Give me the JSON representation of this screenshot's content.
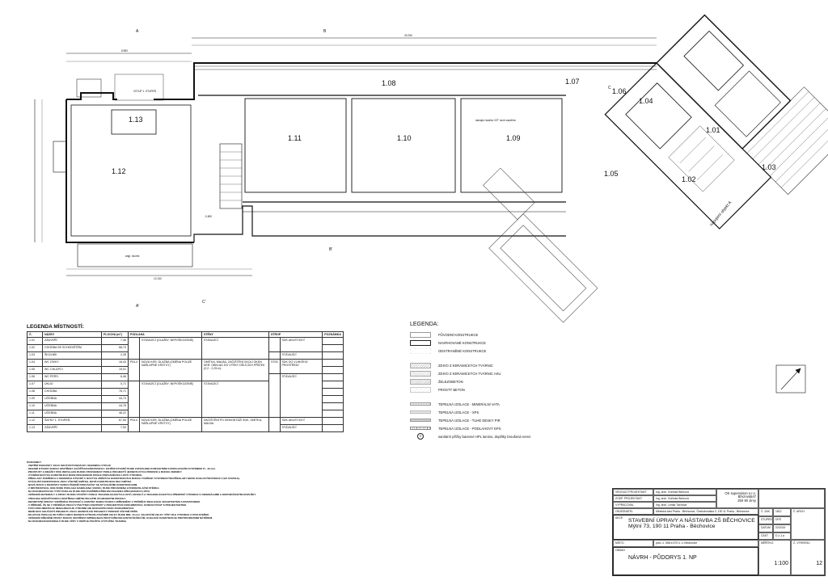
{
  "plan": {
    "rooms": [
      "1.01",
      "1.02",
      "1.03",
      "1.04",
      "1.05",
      "1.06",
      "1.07",
      "1.08",
      "1.09",
      "1.10",
      "1.11",
      "1.12",
      "1.13"
    ],
    "section_marks": [
      "A",
      "A'",
      "B",
      "B'",
      "C",
      "C'"
    ],
    "labels": {
      "entrance": "VSTUP 1. STUPEŇ",
      "connection": "napojení objekt A",
      "courtyard": "angl. dvorek",
      "dim_total": "33 250",
      "dim_left": "8 890",
      "dim_bottom": "13 150",
      "level": "-0,800",
      "skylight": "stávající šachta VZT nově zazděná"
    }
  },
  "room_legend": {
    "title": "LEGENDA MÍSTNOSTÍ:",
    "headers": [
      "Č.",
      "NÁZEV",
      "PLOCHA (m²)",
      "PODLAHA",
      "STĚNY",
      "STROP",
      "POZNÁMKA"
    ],
    "rows": [
      {
        "no": "1.01",
        "name": "ZÁDVEŘÍ",
        "area": "7,46"
      },
      {
        "no": "1.02",
        "name": "CHODBA SE SCHODIŠTĚM",
        "area": "66,73"
      },
      {
        "no": "1.03",
        "name": "ŠKOLNÍK",
        "area": "2,28"
      },
      {
        "no": "1.04",
        "name": "WC DÍVKY",
        "area": "18,43"
      },
      {
        "no": "1.05",
        "name": "WC CHLAPCI",
        "area": "19,01"
      },
      {
        "no": "1.06",
        "name": "WC PERS.",
        "area": "6,46"
      },
      {
        "no": "1.07",
        "name": "ÚKLID",
        "area": "0,71"
      },
      {
        "no": "1.08",
        "name": "CHODBA",
        "area": "76,71"
      },
      {
        "no": "1.09",
        "name": "UČEBNA",
        "area": "44,73"
      },
      {
        "no": "1.10",
        "name": "UČEBNA",
        "area": "44,76"
      },
      {
        "no": "1.11",
        "name": "UČEBNA",
        "area": "48,22"
      },
      {
        "no": "1.12",
        "name": "ŠATNY 1. STUPEŇ",
        "area": "67,55"
      },
      {
        "no": "1.13",
        "name": "ZÁDVEŘÍ",
        "area": "7,53"
      }
    ],
    "floor": {
      "existing": "STÁVAJÍCÍ (DLAŽBY, NEPOŠKOZENÉ)",
      "new_code": "PDL4",
      "new": "NOVÁ KER. DLAŽBA (ZMĚNA POUZE NÁŠLAPNÉ VRSTVY)"
    },
    "walls": {
      "existing": "STÁVAJÍCÍ",
      "wc": "OMÍTKA, MALBA, ZAČIŠTĚNÍ OKOLÍ OKEN KER. OBKLAD DO VÝŠKY DĚLÍCÍCH PŘÍČEK (2,2 - 2,25 m)",
      "cloak": "ZAČIŠTĚNÍ PO DEMONTÁŽI SDK, OMÍTKA, MALBA"
    },
    "ceiling": {
      "acoustic": "SDK AKUSTICKÝ",
      "existing": "STÁVAJÍCÍ",
      "wet_code": "ST05",
      "wet": "SDK DO VLHKÉHO PROSTŘEDÍ"
    }
  },
  "legend": {
    "title": "LEGENDA:",
    "items": [
      "PŮVODNÍ KONSTRUKCE",
      "NAVRHOVANÉ KONSTRUKCE",
      "ODSTRANĚNÉ KONSTRUKCE",
      "ZDIVO Z KERAMICKÝCH TVÁRNIC",
      "ZDIVO Z KERAMICKÝCH TVÁRNIC AKU",
      "ŽELEZOBETON",
      "PROSTÝ BETON",
      "TEPELNÁ IZOLACE - MINERÁLNÍ VATA",
      "TEPELNÁ IZOLACE - XPS",
      "TEPELNÁ IZOLACE - TUHÉ DESKY PIR",
      "TEPELNÁ IZOLACE - PODLAHOVÝ EPS",
      "sanitární příčky barevné HPL lamino, doplňky broušená nerez"
    ],
    "symbol": "9"
  },
  "notes": {
    "title": "POZNÁMKY:",
    "lines": [
      "- VNITŘNÍ PARAPETY JSOU SOUČÁSTÍ DODÁVKY OKENNÍCH VÝPLNÍ.",
      "- OKENNÍ OTVORY BUDOU OPATŘENY ZAČIŠŤOVACÍMI PROFILY. OSTĚNÍ OTVORŮ BUDE ZATEPLENO KONTAKTNÍM ZATEPLOVACÍM SYSTÉMEM TL. 40 mm.",
      "- PROSTUPY A DRÁŽKY PRO INSTALACE BUDOU PROVEDENY PODLE PROJEKTŮ JEDNOTLIVÝCH PROFESÍ A BUDOU ZEDNÍKY.",
      "- VÝZDĚNÍ NOVÝCH KONSTRUKCÍ BUDE PROVEDENO PODLE PROVÁDĚCÍCH LISTŮ VÝROBCE.",
      "- PŘEKLADY DVEŘNÍCH A OKENNÍCH OTVORŮ V NOVÝCH ZDĚNÝCH KONSTRUKCÍCH BUDOU TVOŘENY SYSTÉMOVÝMI PŘEKLADY NEBO OCELOVÝMI PROFILY (VIZ STATIKA).",
      "- STÁVAJÍCÍ KONSTRUKCE JSOU VČETNĚ OMÍTEK, NOVÉ KONSTRUKCE BEZ OMÍTEK.",
      "- NOVÉ ZDIVO A DOZDÍVKY BUDOU ŘÁDNĚ PROVÁZÁNY SE STÁVAJÍCÍMI KONSTRUKCEMI.",
      "- V MÍSTNOSTECH, KDE BUDE PODLAHA NAMÁHÁNA VODOU, BUDE PROVEDENA HYDROIZOLAČNÍ STĚRKA.",
      "- NA ROZHRANÍ DVOU TYPŮ PODLAH BUDE POD DVEŘNÍM KŘÍDLEM OSAZENA PŘECHODOVÁ LIŠTA.",
      "- VEŠKERÉ MATERIÁLY A PRVKY BUDOU POUŽITY PODLE TECHNOLOGICKÝCH LISTŮ, DETAILŮ A TECHNOLOGICKÝCH PŘEDPISŮ VÝROBCE S ORIGINÁLNÍMI A DOPORUČENÝMI DOPLŇKY.",
      "- VŠECHNA NÁROŽÍ BUDOU OPATŘENA OMÍTNUTELNÝMI OCHRANNÝMI PROFILY.",
      "- DEFINITIVNÍ ÚPRAVY VNITŘNÍCH POVRCHŮ A ODSTÍNY BAREV BUDOU UPŘESNĚNY V PRŮBĚHU REALIZACE ARCHITEKTEM A INVESTOREM.",
      "- V PŘÍPADĚ, ŽE SE V PRŮBĚHU PRACÍ VYSKYTNOU ROZPORY V PROJEKTOVÉ DOKUMENTACI, KONZULTOVAT S PROJEKTANTEM.",
      "- TATO DOKUMENTACE NENAHRAZUJE VÝROBNÍ ANI DODAVATELSKOU DOKUMENTACI.",
      "- NEDÍLNOU SOUČÁSTÍ PROJEKTU JSOU JEDNOTLIVÉ PROJEKTY PROFESÍ VČETNĚ PBŘS.",
      "- DILATACE PODLAH OD STĚN A MEZI JEDNOTLIVÝMI DILATAČNÍMI CELKY BUDE MIN. 15 mm. DILATAČNÍ CELKY VŽDY DLE VÝROBCE A POD DVEŘMI.",
      "- VEŠKERÉ DŘEVĚNÉ PRVKY BUDOU OPATŘENY IMPREGNACÍ PROTI DŘEVOKAZNÝM ŠKŮDCŮM, OCELOVÉ KONSTRUKCE PROTIKOROZNÍM NÁTĚREM.",
      "- NA ROZHRANÍ MATERIÁLŮ BUDE VŽDY V OMÍTCE POUŽITA VÝZTUŽNÁ TKANINA."
    ]
  },
  "title_block": {
    "lead_designer_label": "VEDOUCÍ PROJEKTANT",
    "lead_designer": "Ing. arch. Květuše Berková",
    "resp_designer_label": "ZODP. PROJEKTANT",
    "resp_designer": "Ing. arch. Květuše Berková",
    "drawn_label": "VYPRACOVAL",
    "drawn": "Ing. arch. Lenka Táchová",
    "company": "OK supervision s.r.o.",
    "company_addr1": "Březová547",
    "company_addr2": "250 90 Jirny",
    "client_label": "OBJEDNATEL",
    "client": "Městská část Praha - Běchovice, Českobrodská 3, 190 11 Praha - Běchovice",
    "project_label": "AKCE",
    "project": "STAVEBNÍ ÚPRAVY A NÁSTAVBA ZŠ BĚCHOVICE",
    "project_addr": "Mýtní 73, 190 11 Praha - Běchovice",
    "place_label": "MÍSTO",
    "place": "parc. č. 568 a 570 k. ú. Běchovice",
    "content_label": "OBSAH",
    "content": "NÁVRH - PŮDORYS 1. NP",
    "zak_label": "Č. ZAK.",
    "zak": "1812",
    "stage_label": "STUPEŇ",
    "stage": "DPS",
    "date_label": "DATUM",
    "date": "02/2019",
    "part_label": "ČÁST",
    "part": "D.1.1.a",
    "arch_label": "Č. ARCH.",
    "scale_label": "MĚŘÍTKO",
    "scale": "1:100",
    "drawing_no_label": "Č. VÝKRESU",
    "drawing_no": "12"
  }
}
